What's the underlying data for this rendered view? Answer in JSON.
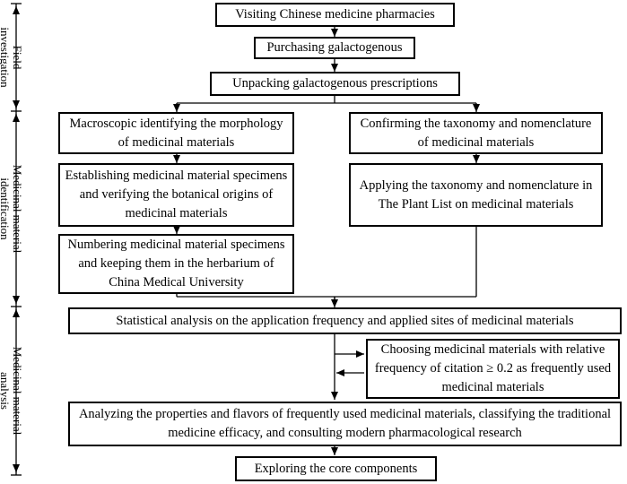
{
  "stages": [
    {
      "id": "field",
      "lines": [
        "Field",
        "investigation"
      ]
    },
    {
      "id": "identification",
      "lines": [
        "Medicinal material",
        "identification"
      ]
    },
    {
      "id": "analysis",
      "lines": [
        "Medicinal material",
        "analysis"
      ]
    }
  ],
  "steps": {
    "visit": "Visiting Chinese medicine pharmacies",
    "purchase": "Purchasing galactogenous",
    "unpack": "Unpacking galactogenous prescriptions",
    "macro": "Macroscopic identifying the morphology of medicinal materials",
    "confirm": "Confirming the taxonomy and nomenclature of medicinal materials",
    "establish": "Establishing medicinal material specimens and verifying the botanical origins of medicinal materials",
    "apply": "Applying the taxonomy and nomenclature in The Plant List on medicinal materials",
    "number": "Numbering medicinal material specimens and keeping them in the herbarium of China Medical University",
    "statistical": "Statistical analysis on the application frequency and applied sites of medicinal materials",
    "choose": "Choosing medicinal materials with relative frequency of citation ≥ 0.2 as frequently used medicinal materials",
    "analyze": "Analyzing the properties and flavors of frequently used medicinal materials, classifying the traditional medicine efficacy, and consulting modern pharmacological research",
    "explore": "Exploring the core components"
  }
}
